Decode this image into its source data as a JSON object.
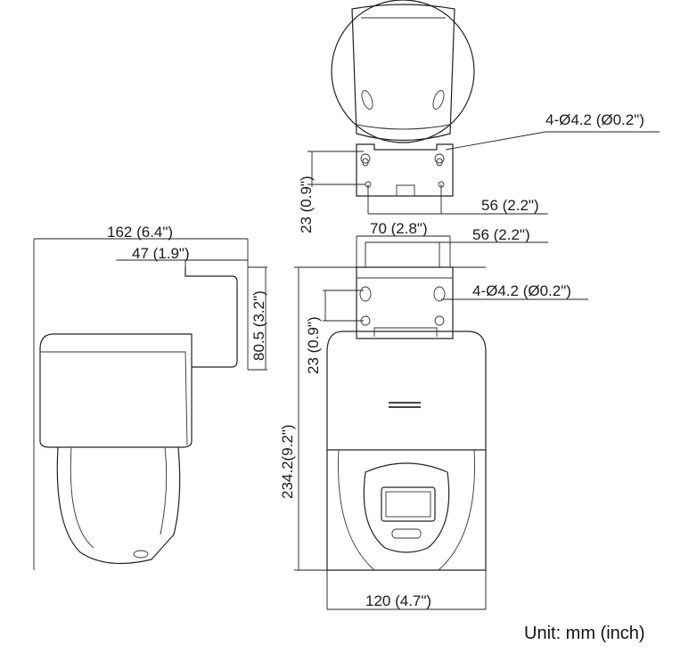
{
  "title": "Camera dimension drawing",
  "top_view": {
    "hole_label": "4-Ø4.2 (Ø0.2\")",
    "height_label": "23 (0.9\")",
    "hole_spacing_label": "56 (2.2\")"
  },
  "front_view": {
    "bracket_width_label": "70 (2.8\")",
    "hole_spacing_label": "56 (2.2\")",
    "hole_label": "4-Ø4.2 (Ø0.2\")",
    "hole_vertical_label": "23 (0.9\")",
    "total_height_label": "234.2(9.2\")",
    "width_label": "120 (4.7\")"
  },
  "side_view": {
    "depth_label": "162 (6.4\")",
    "bracket_depth_label": "47 (1.9\")",
    "bracket_height_label": "80.5 (3.2\")"
  },
  "unit_label": "Unit: mm (inch)"
}
